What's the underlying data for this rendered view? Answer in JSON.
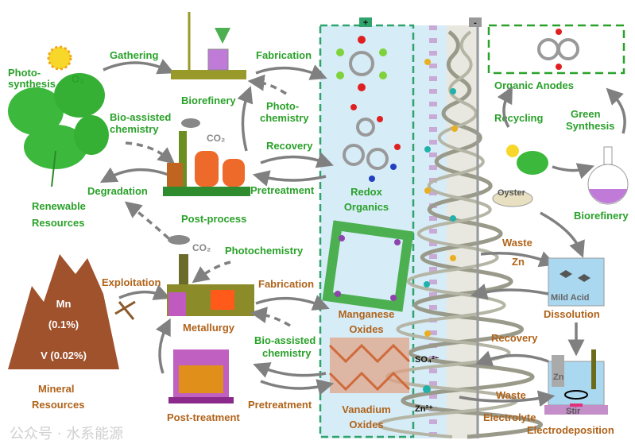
{
  "renewable": {
    "photosynthesis": [
      "Photo-",
      "synthesis"
    ],
    "o2": "O₂",
    "title": [
      "Renewable",
      "Resources"
    ],
    "gathering": "Gathering",
    "bio_assisted": [
      "Bio-assisted",
      "chemistry"
    ],
    "degradation": "Degradation",
    "biorefinery": "Biorefinery",
    "post_process": "Post-process",
    "co2": "CO₂",
    "fabrication": "Fabrication",
    "photochemistry": [
      "Photo-",
      "chemistry"
    ],
    "recovery": "Recovery",
    "pretreatment": "Pretreatment"
  },
  "mineral": {
    "mn": "Mn",
    "mn_pct": "(0.1%)",
    "v": "V (0.02%)",
    "title": [
      "Mineral",
      "Resources"
    ],
    "exploitation": "Exploitation",
    "co2": "CO₂",
    "photochemistry": "Photochemistry",
    "metallurgy": "Metallurgy",
    "fabrication": "Fabrication",
    "bio_assisted": [
      "Bio-assisted",
      "chemistry"
    ],
    "post_treatment": "Post-treatment",
    "pretreatment": "Pretreatment"
  },
  "cell": {
    "plus": "+",
    "minus": "-",
    "redox_organics": [
      "Redox",
      "Organics"
    ],
    "manganese_oxides": [
      "Manganese",
      "Oxides"
    ],
    "vanadium_oxides": [
      "Vanadium",
      "Oxides"
    ],
    "so4": "SO₄²⁻",
    "zn": "Zn²⁺"
  },
  "anode": {
    "organic_anodes": "Organic Anodes",
    "recycling": "Recycling",
    "green_synthesis": [
      "Green",
      "Synthesis"
    ],
    "oyster": "Oyster",
    "biorefinery": "Biorefinery",
    "waste": "Waste",
    "zn": "Zn",
    "mild_acid": "Mild Acid",
    "dissolution": "Dissolution",
    "recovery": "Recovery",
    "waste2": "Waste",
    "electrolyte": "Electrolyte",
    "zn_electrode": "Zn",
    "stir": "Stir",
    "electrodeposition": "Electrodeposition"
  },
  "watermark": "公众号 · 水系能源",
  "colors": {
    "green_text": "#2aa12a",
    "brown_text": "#b0631a",
    "electrolyte": "#d6ecf7",
    "dashed_box": "#2fa36b"
  }
}
